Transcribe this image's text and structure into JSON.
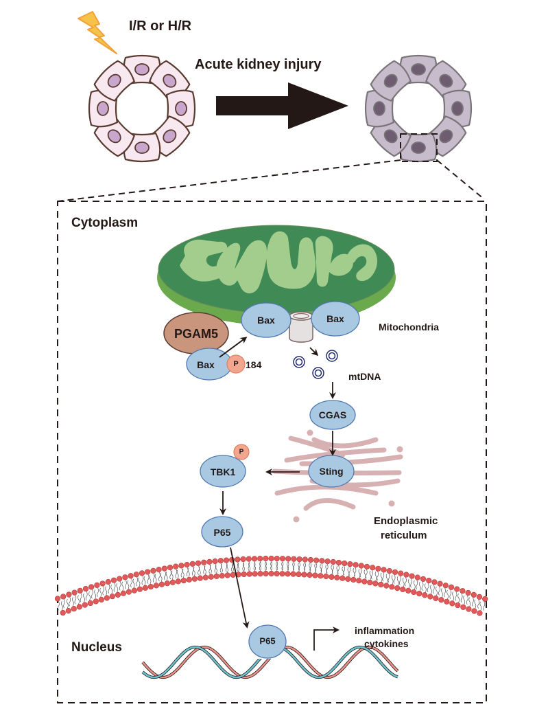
{
  "title_stimulus": "I/R or H/R",
  "title_process": "Acute kidney injury",
  "colors": {
    "healthy_cell_fill": "#f8e8f0",
    "healthy_cell_stroke": "#5a3a30",
    "healthy_nucleus": "#c9a6cc",
    "injured_cell_fill": "#c7bccb",
    "injured_cell_stroke": "#7a7478",
    "injured_nucleus": "#6e5d70",
    "mito_outer": "#6aaa4c",
    "mito_inner": "#3f8a55",
    "mito_cristae": "#a2cd8c",
    "protein_fill": "#a9c9e3",
    "protein_stroke": "#4f78b0",
    "pgam5_fill": "#c9957c",
    "pgam5_stroke": "#5a3a30",
    "phospho_fill": "#f3a68f",
    "phospho_stroke": "#e07f5f",
    "er_color": "#d7b0b2",
    "lipid_head": "#e05a5a",
    "dna_red": "#e9938c",
    "dna_blue": "#6cc3cf",
    "mtdna_stroke": "#1f2a6b",
    "lightning_fill": "#f7c24a",
    "lightning_stroke": "#f0a23a"
  },
  "compartments": {
    "cytoplasm": "Cytoplasm",
    "nucleus": "Nucleus",
    "mitochondria": "Mitochondria",
    "mtdna": "mtDNA",
    "er_line1": "Endoplasmic",
    "er_line2": "reticulum"
  },
  "proteins": {
    "pgam5": "PGAM5",
    "bax_left": "Bax",
    "bax_right": "Bax",
    "bax_phospho": "Bax",
    "phospho_mark": "P",
    "phospho_site": "184",
    "cgas": "CGAS",
    "sting": "Sting",
    "tbk1": "TBK1",
    "tbk1_phospho": "P",
    "p65_cyto": "P65",
    "p65_nuc": "P65"
  },
  "output": {
    "line1": "inflammation",
    "line2": "cytokines"
  }
}
